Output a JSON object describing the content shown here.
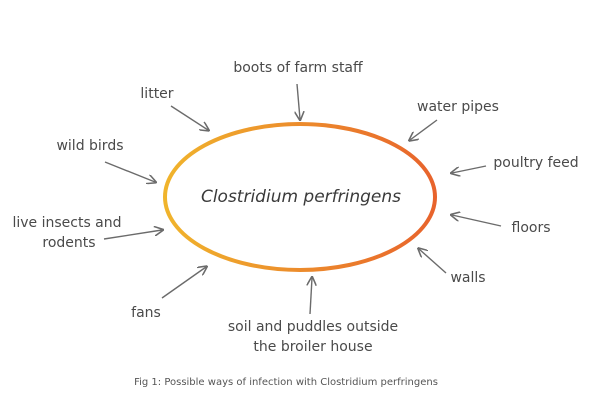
{
  "diagram": {
    "center": "Clostridium perfringens",
    "sources": [
      {
        "id": "boots",
        "lines": [
          "boots of farm staff"
        ]
      },
      {
        "id": "water-pipes",
        "lines": [
          "water pipes"
        ]
      },
      {
        "id": "poultry-feed",
        "lines": [
          "poultry feed"
        ]
      },
      {
        "id": "floors",
        "lines": [
          "floors"
        ]
      },
      {
        "id": "walls",
        "lines": [
          "walls"
        ]
      },
      {
        "id": "soil-puddles",
        "lines": [
          "soil and puddles outside",
          "the broiler house"
        ]
      },
      {
        "id": "fans",
        "lines": [
          "fans"
        ]
      },
      {
        "id": "insects-rodents",
        "lines": [
          "live insects and",
          "rodents"
        ]
      },
      {
        "id": "wild-birds",
        "lines": [
          "wild birds"
        ]
      },
      {
        "id": "litter",
        "lines": [
          "litter"
        ]
      }
    ],
    "caption": "Fig 1: Possible ways of infection with Clostridium perfringens",
    "colors": {
      "ellipse_gradient_start": "#f0b42c",
      "ellipse_gradient_end": "#e8632c",
      "arrow": "#6b6b6b",
      "text": "#4a4a4a"
    }
  }
}
